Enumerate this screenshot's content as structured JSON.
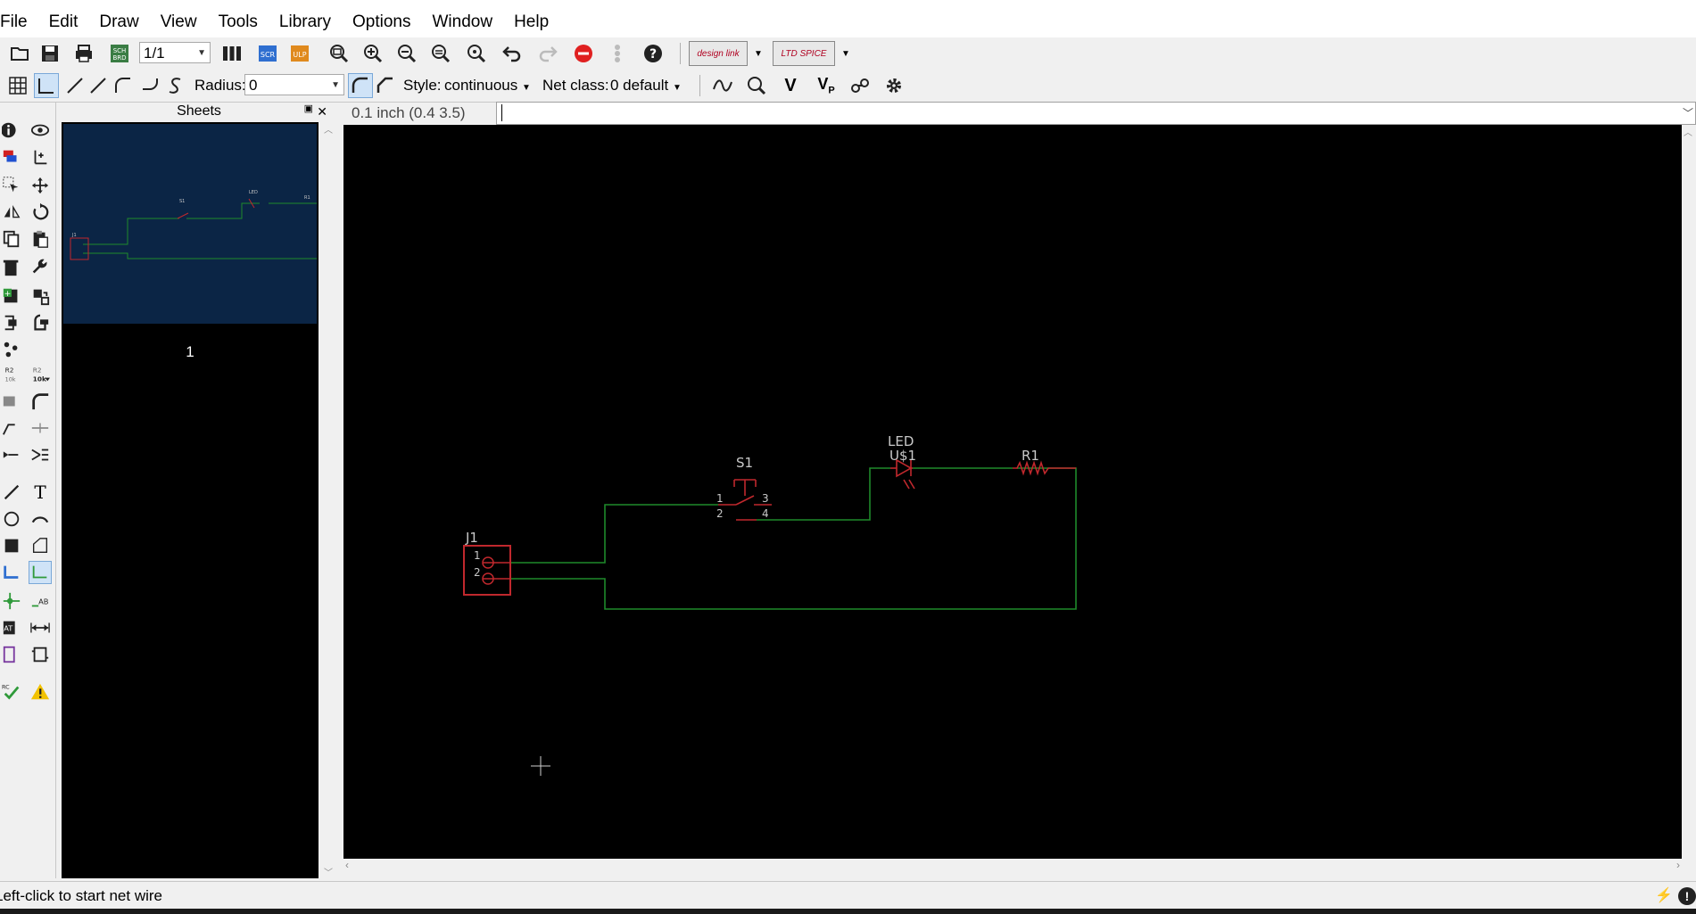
{
  "menu": [
    "File",
    "Edit",
    "Draw",
    "View",
    "Tools",
    "Library",
    "Options",
    "Window",
    "Help"
  ],
  "toolbar1": {
    "sheet_select": "1/1",
    "brands": [
      "design link",
      "LTD SPICE"
    ]
  },
  "toolbar2": {
    "radius_label": "Radius:",
    "radius_value": "0",
    "style_label": "Style:",
    "style_value": "continuous",
    "netclass_label": "Net class:",
    "netclass_value": "0 default"
  },
  "sheets_panel": {
    "title": "Sheets",
    "sheet_number": "1"
  },
  "coordinate": "0.1 inch (0.4 3.5)",
  "command_line": "",
  "schematic": {
    "labels": {
      "j1": "J1",
      "j1_pin1": "1",
      "j1_pin2": "2",
      "s1": "S1",
      "s1_pin1": "1",
      "s1_pin2": "2",
      "s1_pin3": "3",
      "s1_pin4": "4",
      "led_value": "LED",
      "led_name": "U$1",
      "r1": "R1"
    },
    "colors": {
      "background": "#000000",
      "wire": "#1f8a2a",
      "part": "#c0282d",
      "label": "#c8c8c8"
    }
  },
  "status": "Left-click to start net wire"
}
